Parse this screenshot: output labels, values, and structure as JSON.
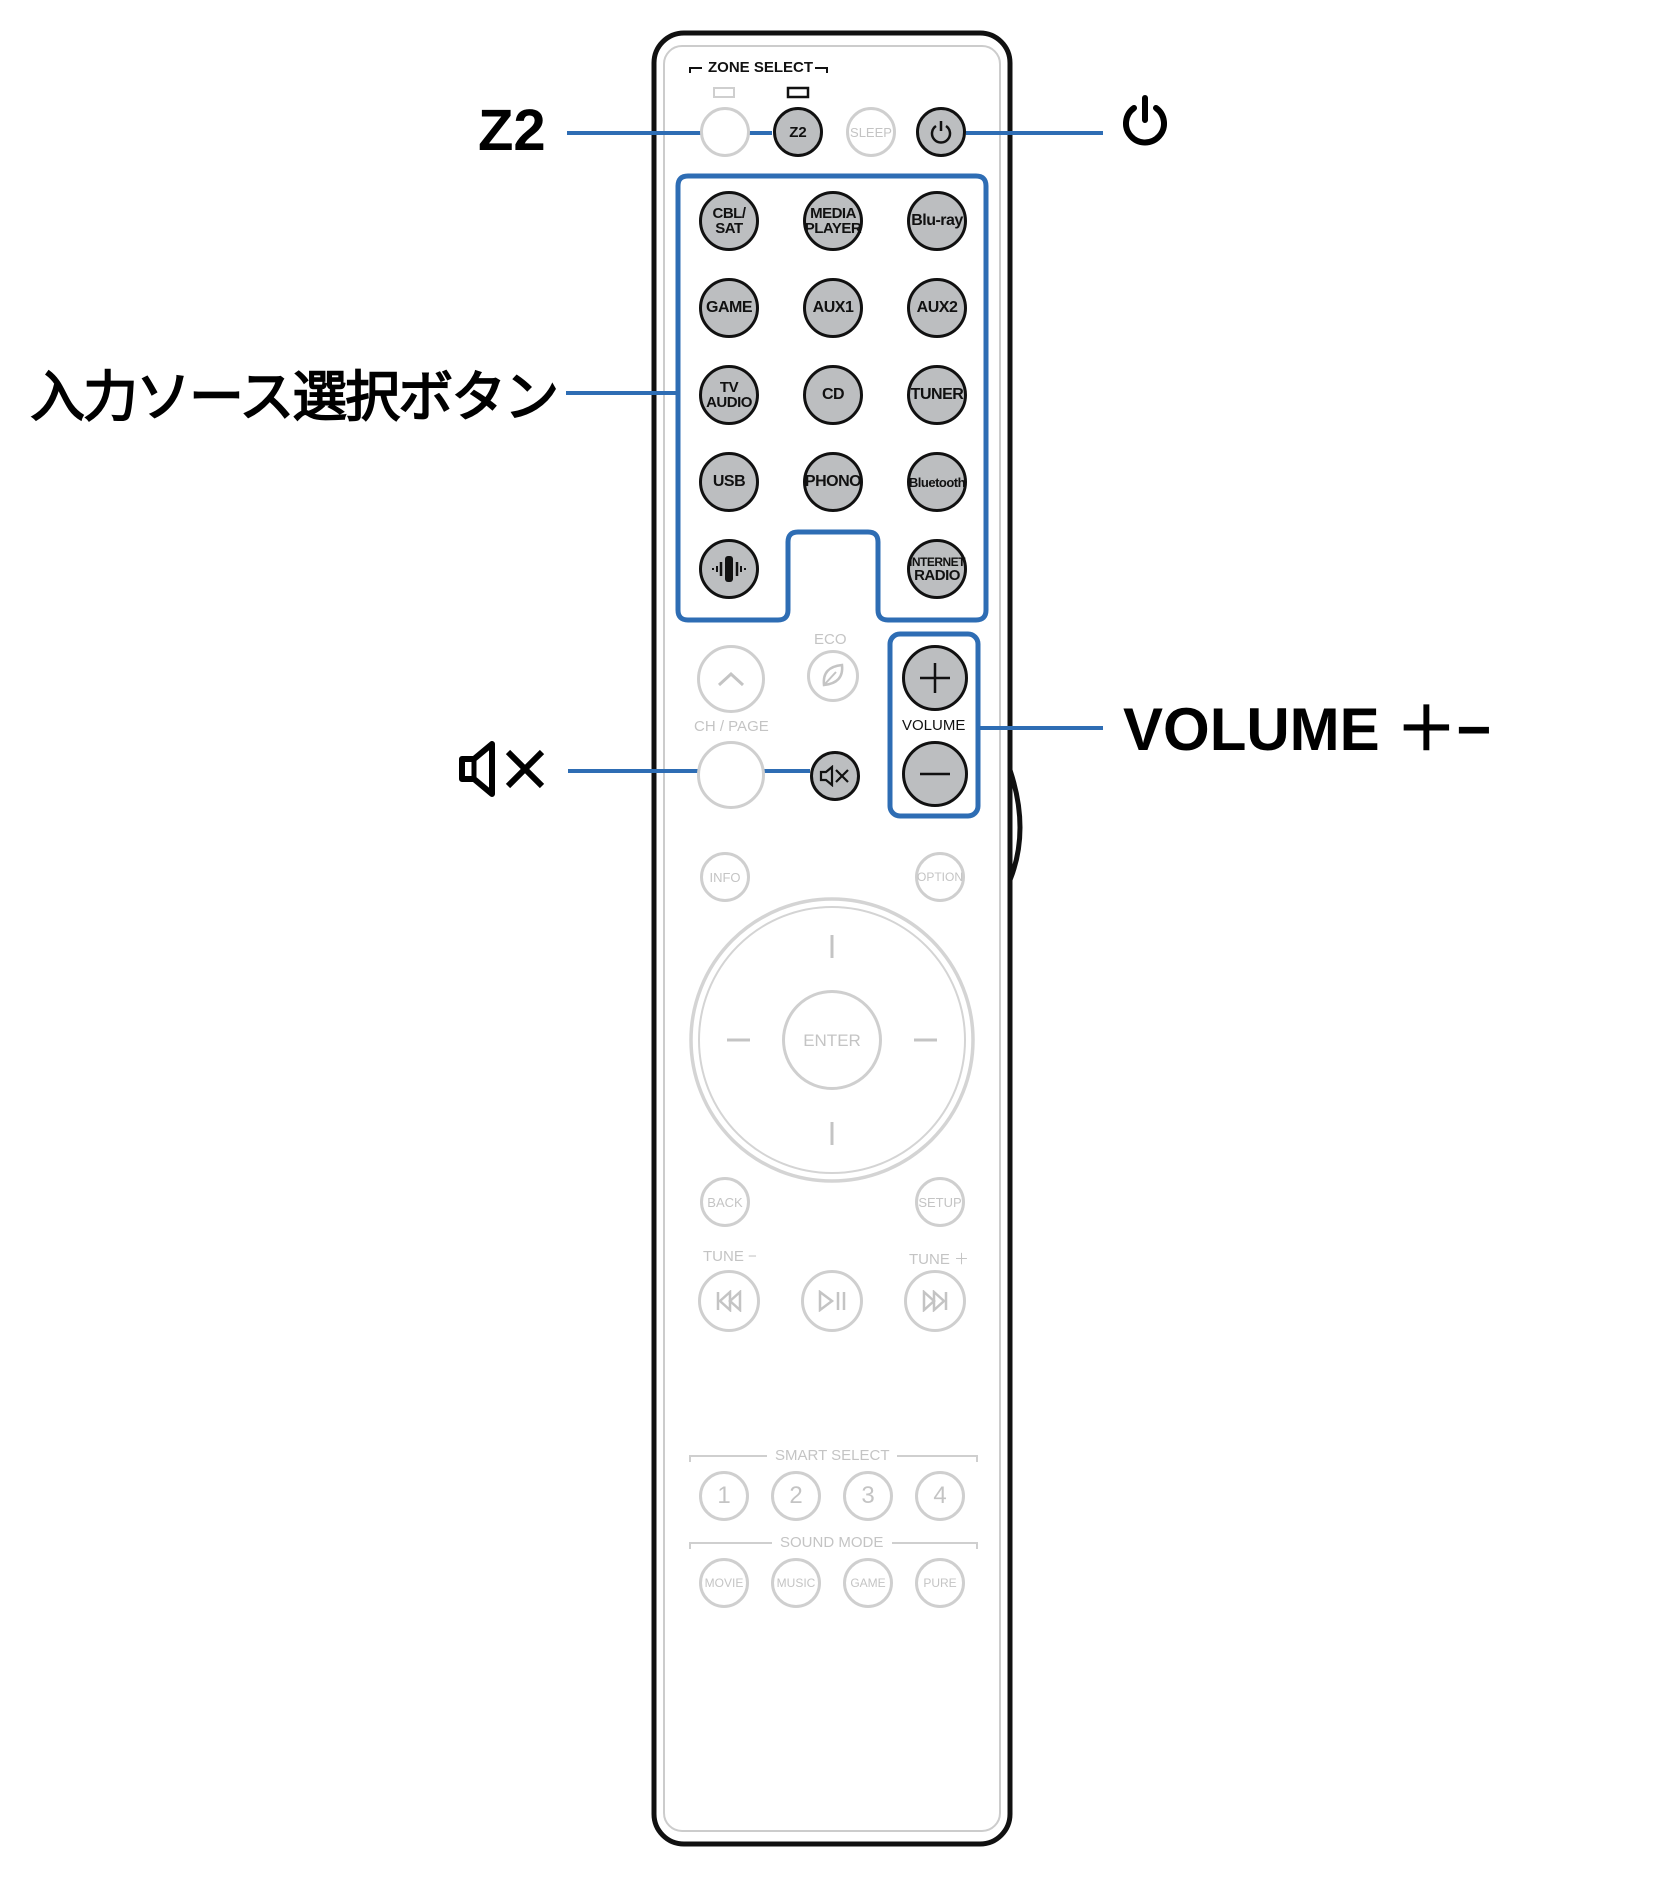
{
  "callouts": {
    "z2": "Z2",
    "input_source": "入力ソース選択ボタン",
    "volume": "VOLUME ＋−",
    "power_icon": "power-icon",
    "mute_icon": "mute-icon"
  },
  "remote": {
    "zone_select": "ZONE SELECT",
    "top_row": [
      "Z2",
      "SLEEP"
    ],
    "input_buttons": [
      [
        "CBL/",
        "SAT"
      ],
      [
        "MEDIA",
        "PLAYER"
      ],
      [
        "Blu-ray"
      ],
      [
        "GAME"
      ],
      [
        "AUX1"
      ],
      [
        "AUX2"
      ],
      [
        "TV",
        "AUDIO"
      ],
      [
        "CD"
      ],
      [
        "TUNER"
      ],
      [
        "USB"
      ],
      [
        "PHONO"
      ],
      [
        "Bluetooth"
      ],
      [
        "INTERNET",
        "RADIO"
      ]
    ],
    "eco": "ECO",
    "ch_page": "CH / PAGE",
    "volume": "VOLUME",
    "info": "INFO",
    "option": "OPTION",
    "enter": "ENTER",
    "back": "BACK",
    "setup": "SETUP",
    "tune_minus": "TUNE −",
    "tune_plus": "TUNE ＋",
    "smart_select": "SMART SELECT",
    "smart_buttons": [
      "1",
      "2",
      "3",
      "4"
    ],
    "sound_mode": "SOUND MODE",
    "sound_buttons": [
      "MOVIE",
      "MUSIC",
      "GAME",
      "PURE"
    ]
  },
  "colors": {
    "highlight_blue": "#2e6db4",
    "active_button_fill": "#bcbec0",
    "faded_gray": "#cfcfcf",
    "outline_black": "#111111"
  }
}
